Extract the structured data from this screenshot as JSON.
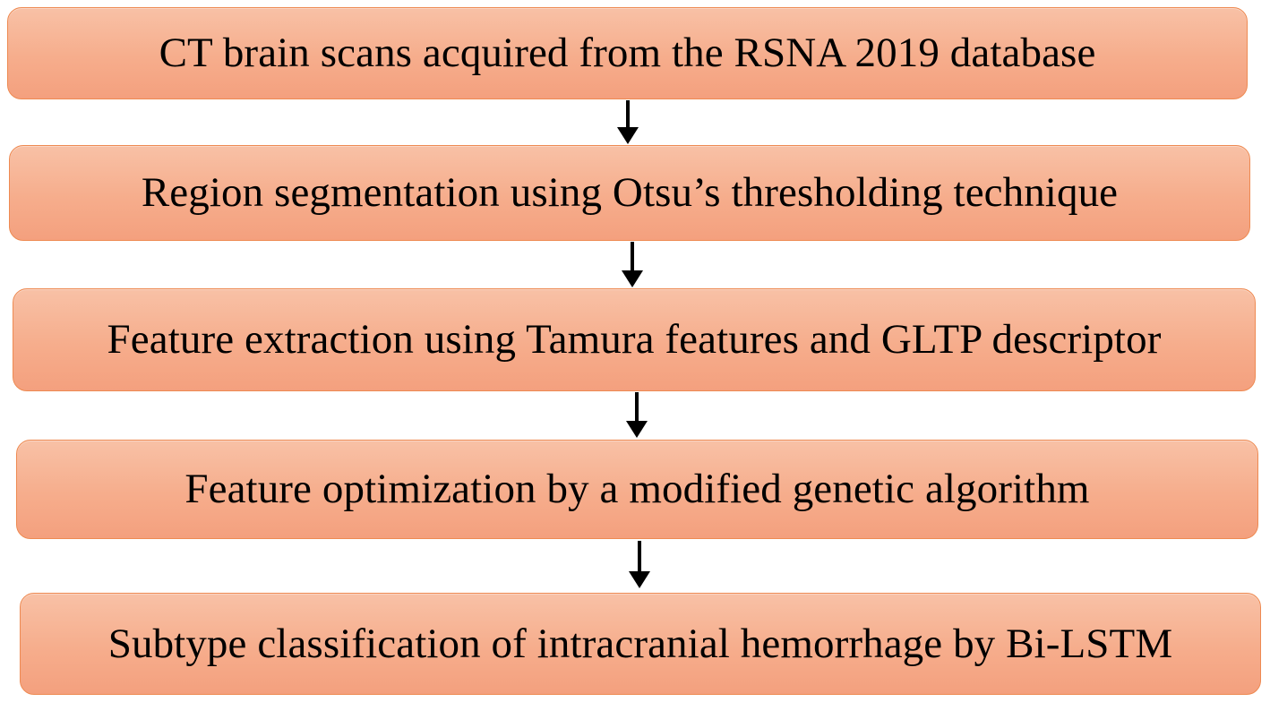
{
  "flowchart": {
    "steps": [
      {
        "label": "CT brain scans acquired from the RSNA 2019 database"
      },
      {
        "label": "Region segmentation using Otsu’s thresholding technique"
      },
      {
        "label": "Feature extraction using Tamura features and GLTP descriptor"
      },
      {
        "label": "Feature optimization by a modified genetic algorithm"
      },
      {
        "label": "Subtype classification of intracranial hemorrhage by Bi-LSTM"
      }
    ],
    "arrow_color": "#000000",
    "box_fill": "#f6ad8c",
    "box_border": "#ee8a52"
  }
}
